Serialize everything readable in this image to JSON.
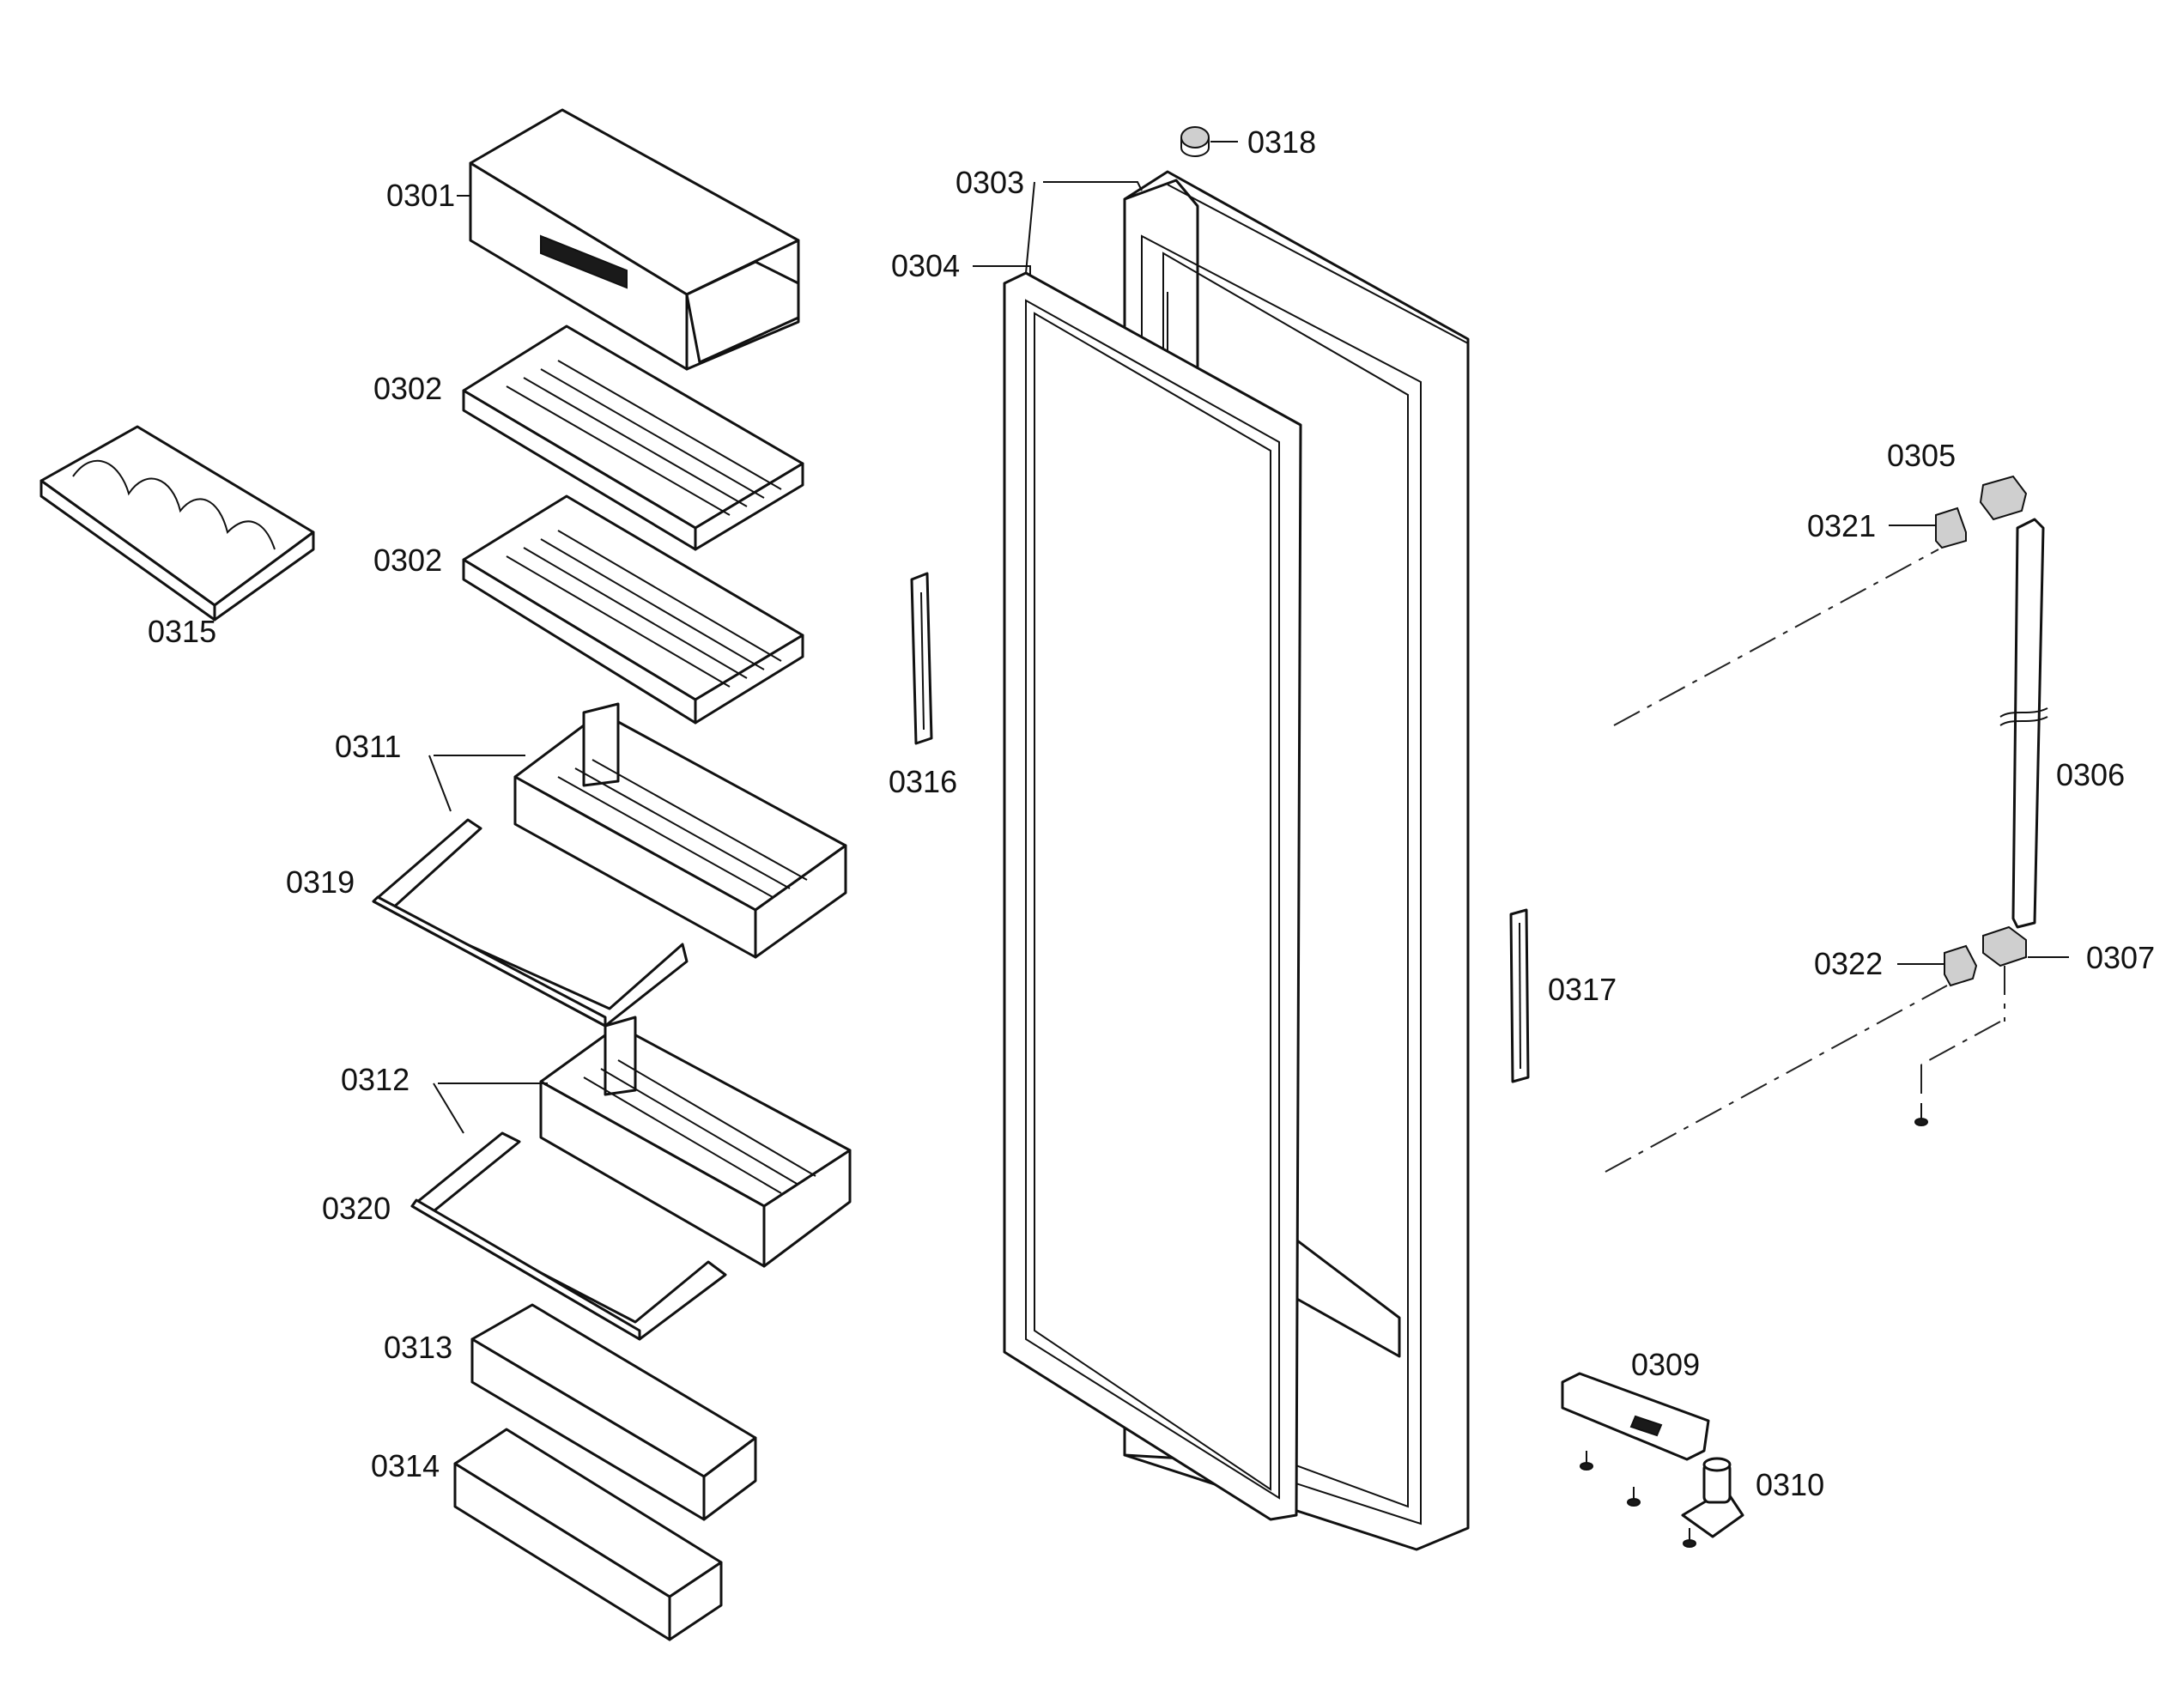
{
  "diagram": {
    "callouts": {
      "p0301": "0301",
      "p0302a": "0302",
      "p0302b": "0302",
      "p0303": "0303",
      "p0304": "0304",
      "p0305": "0305",
      "p0306": "0306",
      "p0307": "0307",
      "p0309": "0309",
      "p0310": "0310",
      "p0311": "0311",
      "p0312": "0312",
      "p0313": "0313",
      "p0314": "0314",
      "p0315": "0315",
      "p0316": "0316",
      "p0317": "0317",
      "p0318": "0318",
      "p0319": "0319",
      "p0320": "0320",
      "p0321": "0321",
      "p0322": "0322"
    }
  }
}
